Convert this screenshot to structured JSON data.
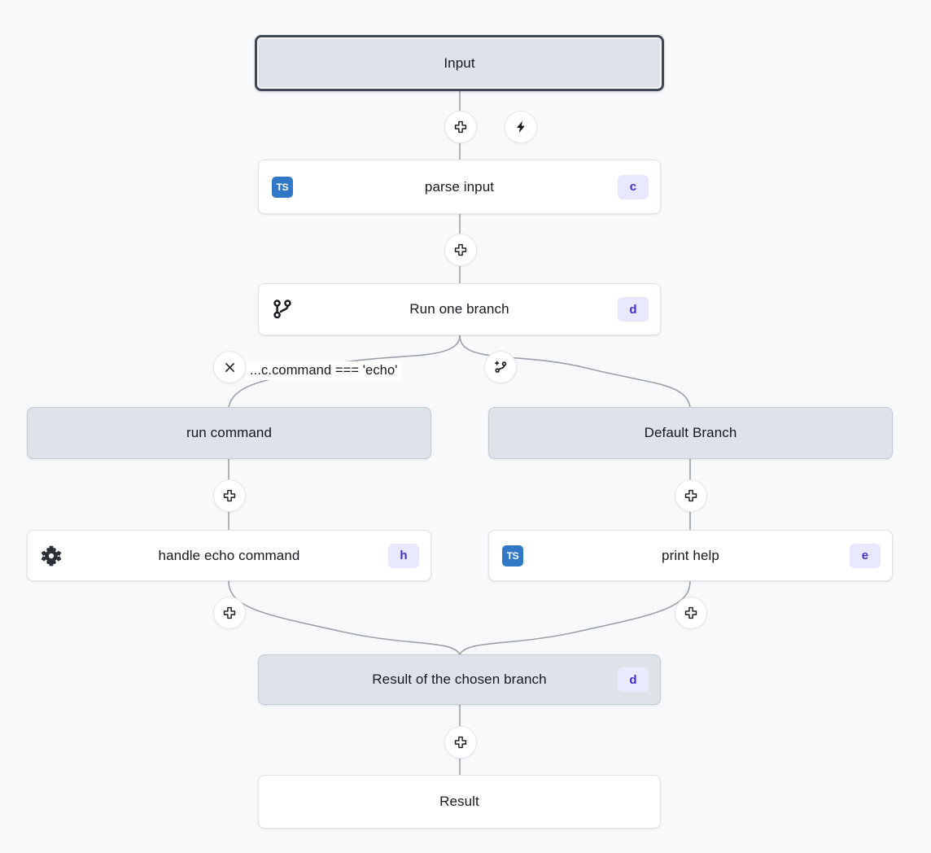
{
  "canvas": {
    "background": "#f8f9fb",
    "edge_color": "#9ba1a8",
    "accent_badge_bg": "#e7e8fd",
    "accent_badge_fg": "#3b2fc9",
    "io_node_bg": "#dde3e9",
    "step_node_bg": "#ffffff",
    "selected_border": "#3f4854",
    "ts_icon_bg": "#3178c6"
  },
  "nodes": {
    "input": {
      "label": "Input"
    },
    "parse_input": {
      "label": "parse input",
      "icon": "typescript-icon",
      "icon_text": "TS",
      "badge": "c"
    },
    "run_one_branch": {
      "label": "Run one branch",
      "icon": "git-branch-icon",
      "badge": "d"
    },
    "run_command": {
      "label": "run command"
    },
    "default_branch": {
      "label": "Default Branch"
    },
    "handle_echo_command": {
      "label": "handle echo command",
      "icon": "puzzle-icon",
      "badge": "h"
    },
    "print_help": {
      "label": "print help",
      "icon": "typescript-icon",
      "icon_text": "TS",
      "badge": "e"
    },
    "result_of_branch": {
      "label": "Result of the chosen branch",
      "badge": "d"
    },
    "result": {
      "label": "Result"
    }
  },
  "branch_condition": {
    "expression": "...c.command === 'echo'",
    "delete_label": "×"
  },
  "handles": {
    "add": "add-step",
    "trigger": "trigger",
    "add_branch": "add-branch"
  }
}
